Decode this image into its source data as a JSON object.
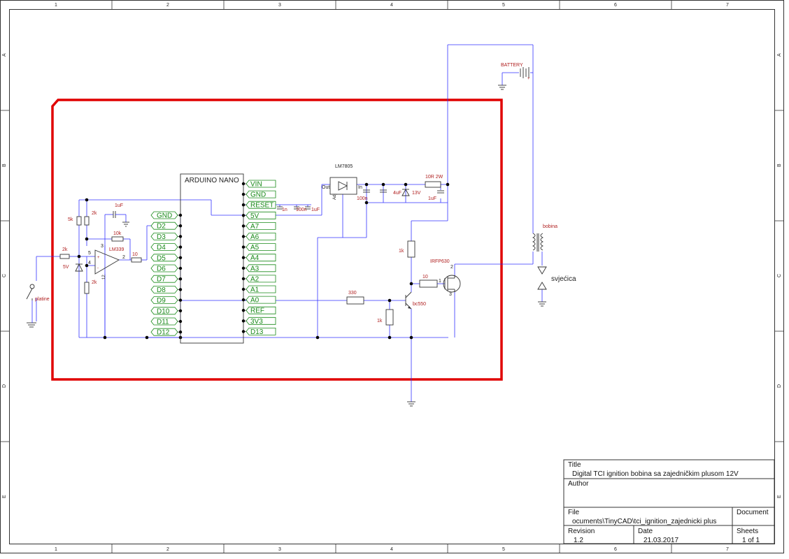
{
  "border": {
    "columns": [
      "1",
      "2",
      "3",
      "4",
      "5",
      "6",
      "7"
    ],
    "rows": [
      "A",
      "B",
      "C",
      "D",
      "E"
    ]
  },
  "highlight_color": "#e00000",
  "wire_color": "#3333ff",
  "component_label_color": "#b02020",
  "pin_label_color": "#1a8a1a",
  "arduino": {
    "title": "ARDUINO NANO",
    "left_pins": [
      "GND",
      "D2",
      "D3",
      "D4",
      "D5",
      "D6",
      "D7",
      "D8",
      "D9",
      "D10",
      "D11",
      "D12"
    ],
    "right_pins": [
      "VIN",
      "GND",
      "RESET",
      "5V",
      "A7",
      "A6",
      "A5",
      "A4",
      "A3",
      "A2",
      "A1",
      "A0",
      "REF",
      "3V3",
      "D13"
    ]
  },
  "components": {
    "battery": "BATTERY",
    "regulator": "LM7805",
    "reg_out": "Out",
    "reg_in": "In",
    "reg_adj": "Adj",
    "r_10r": "10R 2W",
    "c_4u": "4uF",
    "zener_13v": "13V",
    "c_1uf_right": "1uF",
    "c_100n_in": "100n",
    "c_1n": "1n",
    "c_100n": "100n",
    "c_1uf_mid": "1uF",
    "r_5k": "5k",
    "r_2k_top": "2k",
    "c_1uf_top": "1uF",
    "r_10k": "10k",
    "comparator": "LM339",
    "pin_3": "3",
    "pin_5": "5",
    "pin_4": "4",
    "pin_2": "2",
    "pin_12": "12",
    "r_10_out": "10",
    "r_2k_in": "2k",
    "zener_5v": "5V",
    "r_2k_low": "2k",
    "switch": "platine",
    "coil": "bobina",
    "spark": "svjećica",
    "mosfet": "IRFP630",
    "mos_pin1": "1",
    "mos_pin2": "2",
    "mos_pin3": "3",
    "r_1k_top": "1k",
    "r_10_gate": "10",
    "r_330": "330",
    "r_1k_bot": "1k",
    "transistor": "bc550"
  },
  "title_block": {
    "title_label": "Title",
    "title": "Digital TCI ignition bobina sa zajedničkim plusom 12V",
    "author_label": "Author",
    "author": "",
    "file_label": "File",
    "file": "ocuments\\TinyCAD\\tci_ignition_zajednicki plus",
    "document_label": "Document",
    "revision_label": "Revision",
    "revision": "1.2",
    "date_label": "Date",
    "date": "21.03.2017",
    "sheets_label": "Sheets",
    "sheets": "1 of 1"
  }
}
